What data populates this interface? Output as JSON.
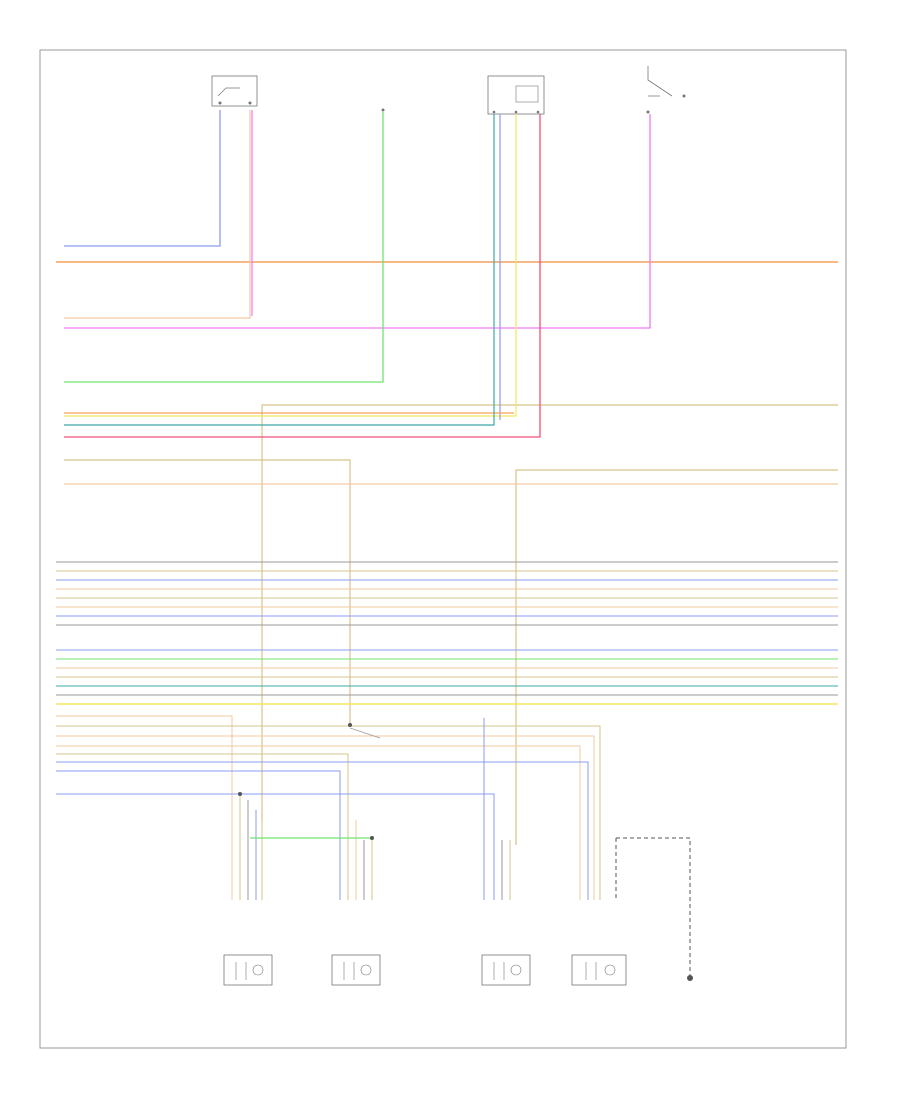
{
  "footer_code": "",
  "top_components": [
    {
      "name": "component-1",
      "caption": ""
    },
    {
      "name": "component-2",
      "caption": ""
    },
    {
      "name": "component-3",
      "caption": ""
    },
    {
      "name": "component-4",
      "caption": ""
    }
  ],
  "bottom_components": [
    {
      "name": "sensor-1",
      "caption": ""
    },
    {
      "name": "sensor-2",
      "caption": ""
    },
    {
      "name": "sensor-3",
      "caption": ""
    },
    {
      "name": "sensor-4",
      "caption": ""
    },
    {
      "name": "ground-point",
      "caption": ""
    }
  ],
  "splice_labels": [
    "",
    "",
    ""
  ],
  "wire_colors": {
    "blue": "#8a9cf0",
    "orange": "#f5a05a",
    "magenta": "#f07af0",
    "green": "#6fe36f",
    "yellow": "#f0e860",
    "red": "#f0507a",
    "teal": "#3fa8a8",
    "tan": "#d6c48a",
    "gray": "#9a9a9a",
    "peach": "#f3c9a0"
  },
  "wires": [
    {
      "id": "w1",
      "color": "blue",
      "label_left": "",
      "label_right": ""
    },
    {
      "id": "w2",
      "color": "orange",
      "label_left": "",
      "label_right": ""
    },
    {
      "id": "w3",
      "color": "peach",
      "label_left": "",
      "label_right": ""
    },
    {
      "id": "w4",
      "color": "magenta",
      "label_left": "",
      "label_right": ""
    },
    {
      "id": "w5",
      "color": "green",
      "label_left": "",
      "label_right": ""
    },
    {
      "id": "w6",
      "color": "tan",
      "label_left": "",
      "label_right": ""
    },
    {
      "id": "w7",
      "color": "orange",
      "label_left": "",
      "label_right": ""
    },
    {
      "id": "w8",
      "color": "teal",
      "label_left": "",
      "label_right": ""
    },
    {
      "id": "w9",
      "color": "red",
      "label_left": "",
      "label_right": ""
    },
    {
      "id": "w10",
      "color": "tan",
      "label_left": "",
      "label_right": ""
    },
    {
      "id": "w11",
      "color": "tan",
      "label_left": "",
      "label_right": ""
    }
  ]
}
